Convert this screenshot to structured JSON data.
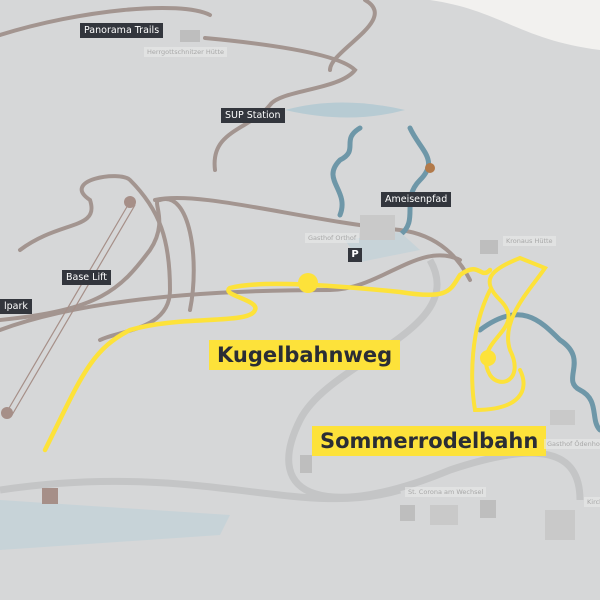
{
  "labels": {
    "panorama_trails": "Panorama Trails",
    "sup_station": "SUP Station",
    "ameisenpfad": "Ameisenpfad",
    "base_lift": "Base Lift",
    "bikepark_partial": "lpark",
    "kugelbahnweg": "Kugelbahnweg",
    "sommerrodelbahn": "Sommerrodelbahn"
  },
  "places": {
    "herrgottschnitzer": "Herrgottschnitzer Hütte",
    "gasthof_orthof": "Gasthof Orthof",
    "kronaus": "Kronaus Hütte",
    "gasthof_oedenhof": "Gasthof Ödenhof",
    "st_corona": "St. Corona am Wechsel",
    "kirch_partial": "Kirch"
  },
  "parking": "P",
  "colors": {
    "accent": "#fde23a",
    "trail": "#a39590",
    "water": "#6e97a8",
    "tag": "#33363d"
  }
}
